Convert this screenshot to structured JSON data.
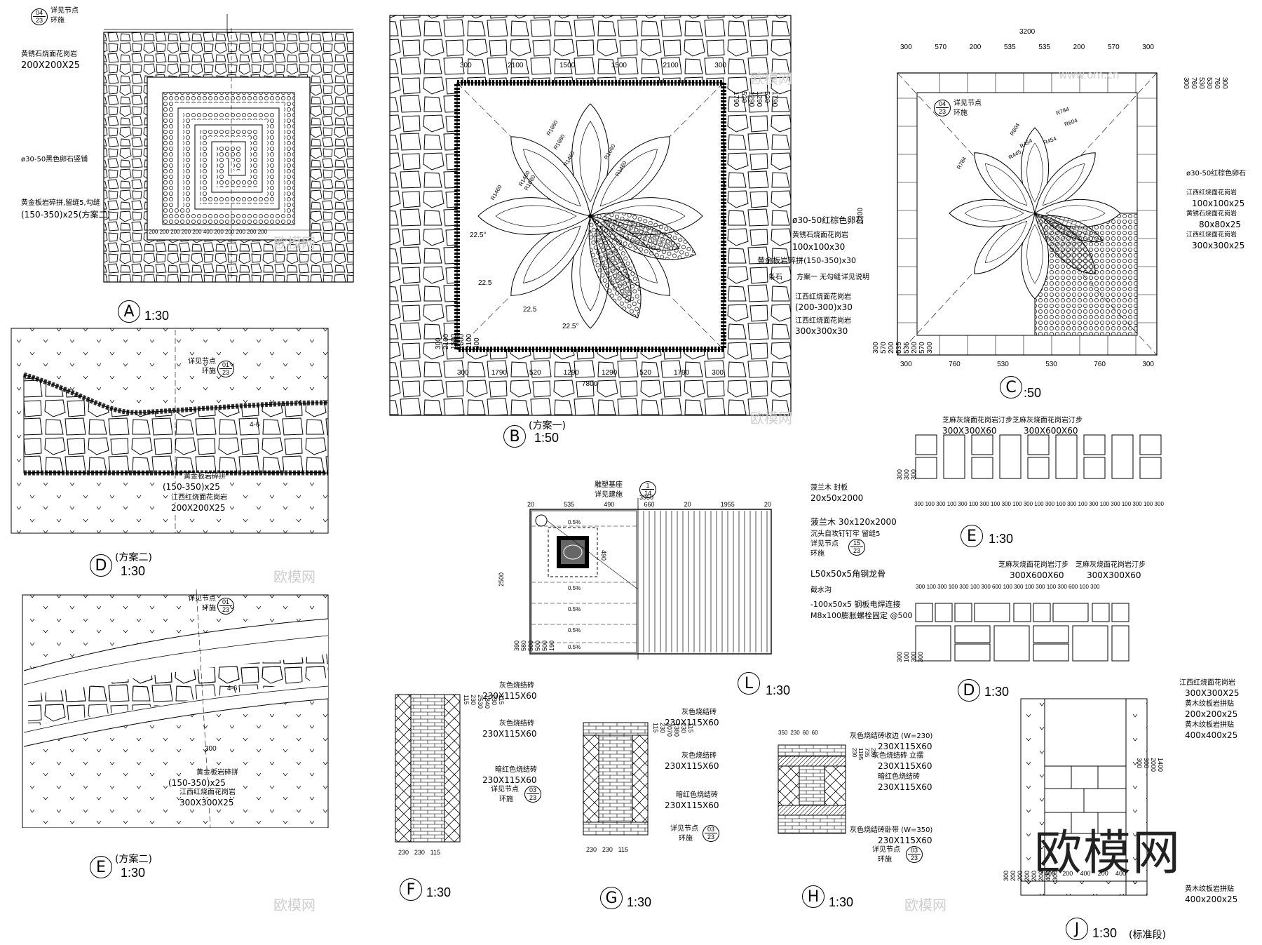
{
  "panels": {
    "A": {
      "letter": "A",
      "scale": "1:30",
      "ref_top": {
        "num": "04",
        "den": "23"
      },
      "ref_notes": [
        "详见节点",
        "环施"
      ],
      "labels": [
        "黄锈石烧面花岗岩",
        "200X200X25",
        "ø30-50黑色卵石竖铺",
        "黄金板岩碎拼,留缝5,勾缝",
        "(150-350)x25(方案二)"
      ],
      "dims": "200 200 200 200 200 400 200 200 200 200 200"
    },
    "B": {
      "letter": "B",
      "sub": "(方案一)",
      "scale": "1:50",
      "dims_top": [
        "300",
        "2100",
        "1500",
        "1500",
        "2100",
        "300"
      ],
      "dims_bottom": [
        "300",
        "1790",
        "520",
        "1290",
        "1290",
        "520",
        "1790",
        "300"
      ],
      "dim_total": "7800",
      "dims_left": [
        "300",
        "2100",
        "1500",
        "1500",
        "2100",
        "300"
      ],
      "dims_right": [
        "1790",
        "520",
        "1290",
        "1290",
        "520",
        "1790"
      ],
      "angles": [
        "22.5°",
        "22.5",
        "22.5",
        "22.5°"
      ],
      "radii": [
        "R1660",
        "R1460",
        "R1680",
        "R1460",
        "R1660",
        "R1460",
        "R1460",
        "R1660"
      ],
      "labels": [
        "ø30-50红棕色卵石",
        "黄锈石烧面花岗岩",
        "100x100x30",
        "黄金板岩碎拼(150-350)x30",
        "条石",
        "方案一 无勾缝",
        "详见说明",
        "江西红烧面花岗岩",
        "(200-300)x30",
        "江西红烧面花岗岩",
        "300x300x30"
      ]
    },
    "C": {
      "letter": "C",
      "scale": ":50",
      "ref": {
        "num": "04",
        "den": "23"
      },
      "ref_notes": [
        "详见节点",
        "环施"
      ],
      "dim_total": "3200",
      "dims_top": [
        "300",
        "570",
        "200",
        "535",
        "535",
        "200",
        "570",
        "300"
      ],
      "dims_bottom": [
        "300",
        "760",
        "530",
        "530",
        "760",
        "300"
      ],
      "dims_left": [
        "300",
        "570",
        "200",
        "535",
        "535",
        "200",
        "570",
        "300"
      ],
      "dim_left_total": "3200",
      "dims_right": [
        "300",
        "760",
        "530",
        "530",
        "760",
        "300"
      ],
      "radii": [
        "R784",
        "R604",
        "R454",
        "R445",
        "R784",
        "R604",
        "R454"
      ],
      "labels": [
        "ø30-50红棕色卵石",
        "江西红烧面花岗岩",
        "100x100x25",
        "黄锈石烧面花岗岩",
        "80x80x25",
        "江西红烧面花岗岩",
        "300x300x25"
      ]
    },
    "D2": {
      "letter": "D",
      "sub": "(方案二)",
      "scale": "1:30",
      "ref": {
        "num": "01",
        "den": "23"
      },
      "ref_notes": [
        "详见节点",
        "环施"
      ],
      "labels": [
        "黄金板岩碎拼",
        "(150-350)x25",
        "江西红烧面花岗岩",
        "200X200X25"
      ],
      "slope": "4-6"
    },
    "E2": {
      "letter": "E",
      "sub": "(方案二)",
      "scale": "1:30",
      "ref": {
        "num": "01",
        "den": "23"
      },
      "ref_notes": [
        "详见节点",
        "环施"
      ],
      "labels": [
        "黄金板岩碎拼",
        "(150-350)x25",
        "江西红烧面花岗岩",
        "300X300X25"
      ],
      "dims": [
        "300",
        "4-6"
      ]
    },
    "L": {
      "letter": "L",
      "scale": "1:30",
      "title_labels": [
        "雕塑基座",
        "详见建施"
      ],
      "ref_top": {
        "num": "1",
        "den": "14"
      },
      "dims_top": [
        "20",
        "535",
        "490",
        "660",
        "20",
        "1955",
        "20"
      ],
      "dim_top_total": "3950",
      "dims_left": [
        "390",
        "580",
        "500",
        "500",
        "500",
        "190"
      ],
      "dim_left_total": "2500",
      "slopes": [
        "0.5%",
        "0.5%",
        "0.5%",
        "0.5%",
        "0.5%"
      ],
      "inner_dim": "490",
      "labels": [
        "菠兰木 封板",
        "20x50x2000",
        "菠兰木 30x120x2000",
        "沉头自攻钉钉牢 留缝5",
        "详见节点",
        "环施",
        "L50x50x5角钢龙骨",
        "截水沟",
        "-100x50x5 钢板电焊连接",
        "M8x100膨胀螺栓固定 @500"
      ],
      "ref": {
        "num": "15",
        "den": "23"
      }
    },
    "E_steps": {
      "letter": "E",
      "scale": "1:30",
      "labels": [
        "芝麻灰烧面花岗岩汀步",
        "300X300X60",
        "芝麻灰烧面花岗岩汀步",
        "300X600X60"
      ],
      "dims_bottom": "300 100 300 100 300 100 300 100 300 100 300 100 300 100 300 100 300 100 300 100 300 100 300",
      "dims_left": [
        "300",
        "300",
        "300"
      ]
    },
    "D_steps": {
      "letter": "D",
      "scale": "1:30",
      "labels": [
        "芝麻灰烧面花岗岩汀步",
        "300X600X60",
        "芝麻灰烧面花岗岩汀步",
        "300X300X60"
      ],
      "dims_top": "300 100 300 100 300 100 300 600 100 300 100 300 100 300 600 100 300",
      "dims_left": [
        "300",
        "100",
        "300",
        "300"
      ]
    },
    "F": {
      "letter": "F",
      "scale": "1:30",
      "labels": [
        "灰色烧结砖",
        "230X115X60",
        "灰色烧结砖",
        "230X115X60",
        "暗红色烧结砖",
        "230X115X60",
        "详见节点",
        "环施"
      ],
      "ref": {
        "num": "03",
        "den": "23"
      },
      "dims_right": [
        "115",
        "230",
        "1840",
        "2530",
        "230",
        "115"
      ],
      "dims_bottom": [
        "230",
        "230",
        "115"
      ]
    },
    "G": {
      "letter": "G",
      "scale": "1:30",
      "labels": [
        "灰色烧结砖",
        "230X115X60",
        "灰色烧结砖",
        "230X115X60",
        "暗红色烧结砖",
        "230X115X60",
        "详见节点",
        "环施"
      ],
      "ref": {
        "num": "03",
        "den": "23"
      },
      "dims_right": [
        "115",
        "230",
        "1380",
        "2070",
        "230",
        "115"
      ],
      "dims_bottom": [
        "230",
        "230",
        "115"
      ]
    },
    "H": {
      "letter": "H",
      "scale": "1:30",
      "labels": [
        "灰色烧结砖收边 (W=230)",
        "230X115X60",
        "灰色烧结砖 立摆",
        "230X115X60",
        "暗红色烧结砖",
        "230X115X60",
        "灰色烧结砖卧带 (W=350)",
        "230X115X60",
        "详见节点",
        "环施"
      ],
      "ref": {
        "num": "03",
        "den": "23"
      },
      "dims_top": [
        "350",
        "230",
        "60",
        "60"
      ],
      "dims_right": [
        "230",
        "735",
        "1195",
        "230"
      ]
    },
    "J": {
      "letter": "J",
      "scale": "1:30",
      "sub": "(标准段)",
      "labels": [
        "江西红烧面花岗岩",
        "300X300X25",
        "黄木纹板岩拼贴",
        "200x200x25",
        "黄木纹板岩拼贴",
        "400x400x25",
        "黄木纹板岩拼贴",
        "400x200x25"
      ],
      "dims_left": [
        "300",
        "200",
        "200",
        "200",
        "200",
        "200",
        "400",
        "300"
      ],
      "dims_right": [
        "1400",
        "2000",
        "300",
        "300"
      ],
      "dims_bottom": [
        "400",
        "200",
        "400",
        "200",
        "400"
      ]
    }
  },
  "brand": "欧模网",
  "watermarks": [
    "欧模网",
    "www.om.cn"
  ]
}
